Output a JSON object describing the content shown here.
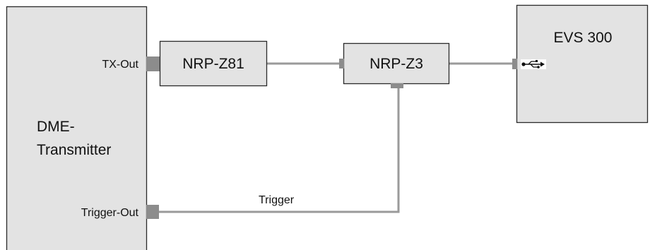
{
  "dme": {
    "line1": "DME-",
    "line2": "Transmitter",
    "tx_out": "TX-Out",
    "trigger_out": "Trigger-Out"
  },
  "nrp_z81": {
    "label": "NRP-Z81"
  },
  "nrp_z3": {
    "label": "NRP-Z3"
  },
  "evs": {
    "label": "EVS 300",
    "usb_icon": "usb-icon"
  },
  "trigger_wire": {
    "label": "Trigger"
  }
}
